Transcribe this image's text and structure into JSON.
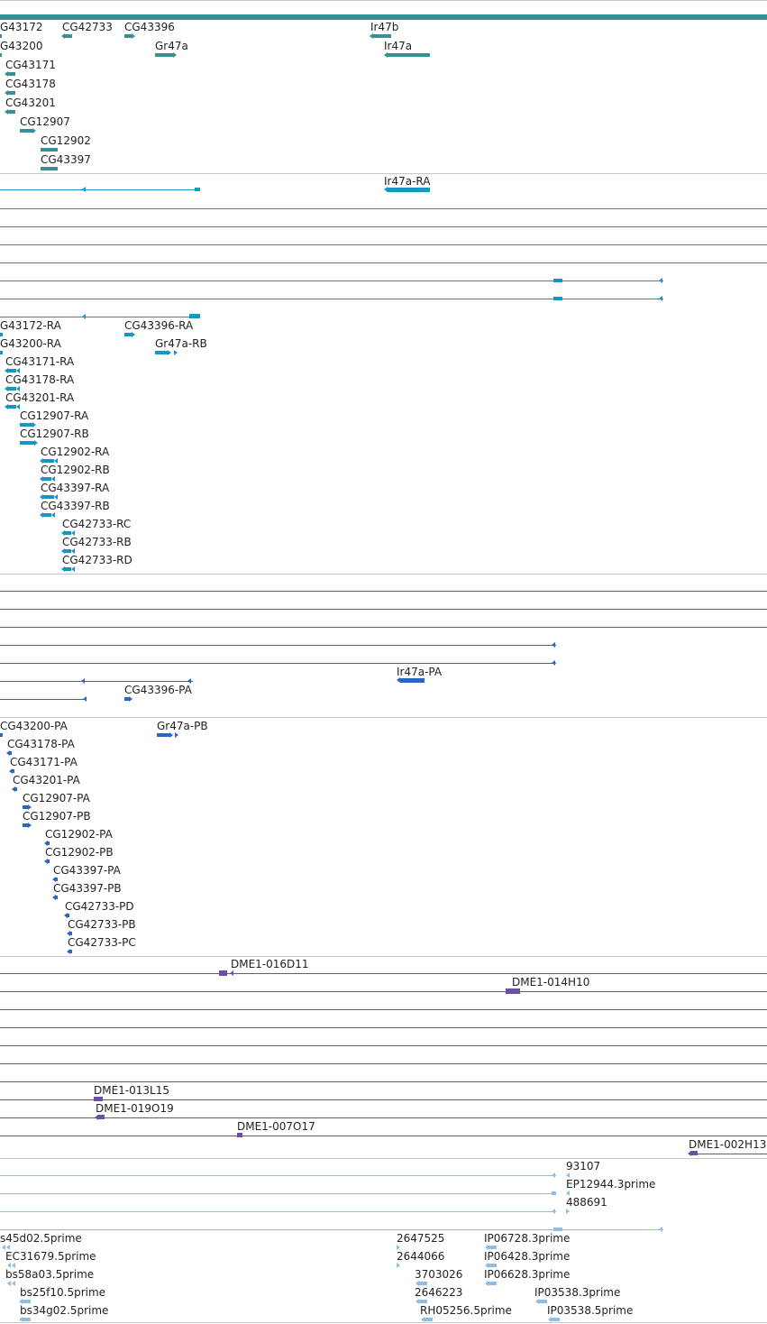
{
  "colors": {
    "gene": "#3a8f93",
    "transcript": "#1597c2",
    "protein": "#2a66c4",
    "clone": "#6a4fa3",
    "est": "#8fbde3",
    "separator": "#c8c8c8"
  },
  "tracks": {
    "genes": {
      "labels": [
        "G43172",
        "CG42733",
        "CG43396",
        "Ir47b",
        "G43200",
        "Gr47a",
        "Ir47a",
        "CG43171",
        "CG43178",
        "CG43201",
        "CG12907",
        "CG12902",
        "CG43397"
      ]
    },
    "transcripts": {
      "labels": [
        "Ir47a-RA",
        "G43172-RA",
        "CG43396-RA",
        "G43200-RA",
        "Gr47a-RB",
        "CG43171-RA",
        "CG43178-RA",
        "CG43201-RA",
        "CG12907-RA",
        "CG12907-RB",
        "CG12902-RA",
        "CG12902-RB",
        "CG43397-RA",
        "CG43397-RB",
        "CG42733-RC",
        "CG42733-RB",
        "CG42733-RD"
      ]
    },
    "proteins": {
      "labels": [
        "Ir47a-PA",
        "CG43396-PA",
        "CG43200-PA",
        "Gr47a-PB",
        "CG43178-PA",
        "CG43171-PA",
        "CG43201-PA",
        "CG12907-PA",
        "CG12907-PB",
        "CG12902-PA",
        "CG12902-PB",
        "CG43397-PA",
        "CG43397-PB",
        "CG42733-PD",
        "CG42733-PB",
        "CG42733-PC"
      ]
    },
    "clones": {
      "labels": [
        "DME1-016D11",
        "DME1-014H10",
        "DME1-013L15",
        "DME1-019O19",
        "DME1-007O17",
        "DME1-002H13"
      ]
    },
    "ests": {
      "labels": [
        "93107",
        "EP12944.3prime",
        "488691",
        "s45d02.5prime",
        "2647525",
        "IP06728.3prime",
        "EC31679.5prime",
        "2644066",
        "IP06428.3prime",
        "bs58a03.5prime",
        "3703026",
        "IP06628.3prime",
        "bs25f10.5prime",
        "2646223",
        "IP03538.3prime",
        "bs34g02.5prime",
        "RH05256.5prime",
        "IP03538.5prime"
      ]
    }
  }
}
